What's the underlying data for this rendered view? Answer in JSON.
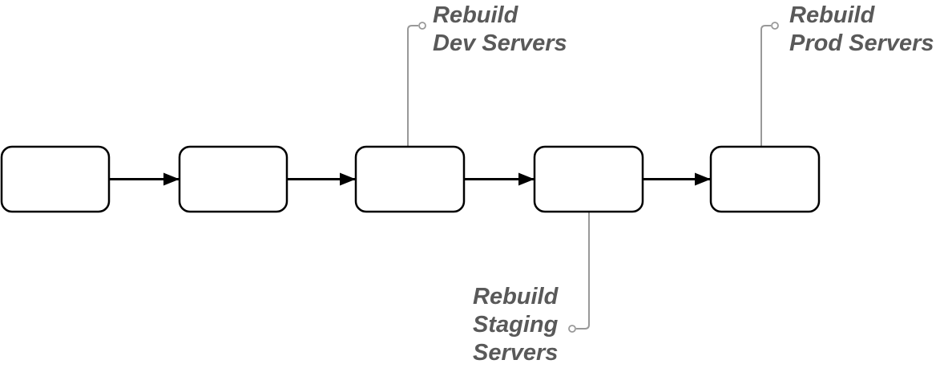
{
  "diagram": {
    "type": "flowchart",
    "background": "#ffffff",
    "colors": {
      "node_border": "#000000",
      "node_fill": "#ffffff",
      "arrow": "#000000",
      "callout_line": "#999999",
      "callout_text": "#595959"
    },
    "nodes": [
      {
        "id": "step-1",
        "label": ""
      },
      {
        "id": "step-2",
        "label": ""
      },
      {
        "id": "step-3",
        "label": "",
        "annotation": "Rebuild Dev Servers"
      },
      {
        "id": "step-4",
        "label": "",
        "annotation": "Rebuild Staging Servers"
      },
      {
        "id": "step-5",
        "label": "",
        "annotation": "Rebuild Prod Servers"
      }
    ],
    "flow": [
      {
        "from": "step-1",
        "to": "step-2"
      },
      {
        "from": "step-2",
        "to": "step-3"
      },
      {
        "from": "step-3",
        "to": "step-4"
      },
      {
        "from": "step-4",
        "to": "step-5"
      }
    ],
    "annotations": [
      {
        "text": "Rebuild Dev Servers",
        "attached_to": "step-3",
        "side": "top",
        "lines": [
          "Rebuild",
          "Dev Servers"
        ]
      },
      {
        "text": "Rebuild Staging Servers",
        "attached_to": "step-4",
        "side": "bottom",
        "lines": [
          "Rebuild",
          "Staging",
          "Servers"
        ]
      },
      {
        "text": "Rebuild Prod Servers",
        "attached_to": "step-5",
        "side": "top",
        "lines": [
          "Rebuild",
          "Prod Servers"
        ]
      }
    ]
  }
}
